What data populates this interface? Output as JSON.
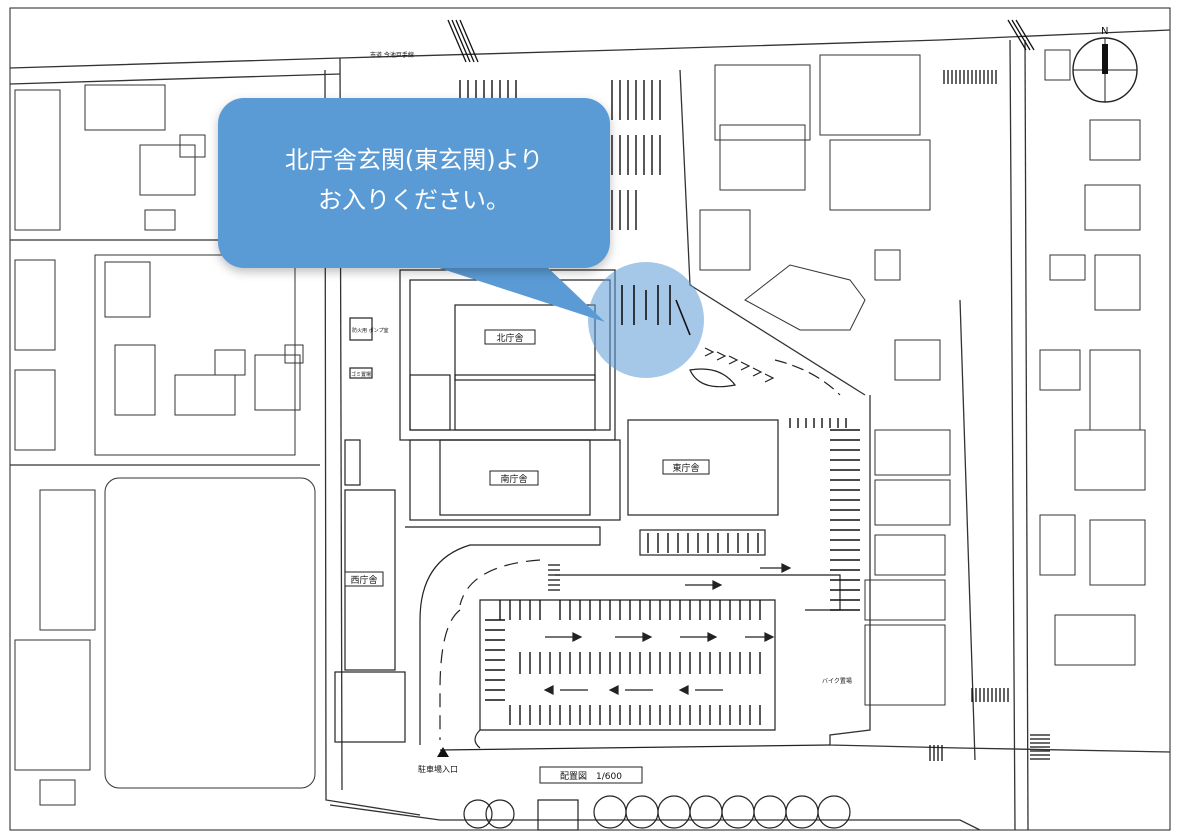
{
  "callout": {
    "line1": "北庁舎玄関(東玄関)より",
    "line2": "お入りください。"
  },
  "map": {
    "buildings": {
      "north": "北庁舎",
      "south": "南庁舎",
      "east": "東庁舎",
      "west": "西庁舎"
    },
    "labels": {
      "parking_entrance": "駐車場入口",
      "scale": "配置図　1/600",
      "north_mark": "N",
      "top_road": "市道 今池戸手線",
      "bike": "バイク置場",
      "pump": "防火用 ポンプ室",
      "shed": "ゴミ置場"
    },
    "colors": {
      "callout_fill": "#5b9bd5",
      "highlight": "#5b9bd5",
      "line": "#222222"
    }
  }
}
